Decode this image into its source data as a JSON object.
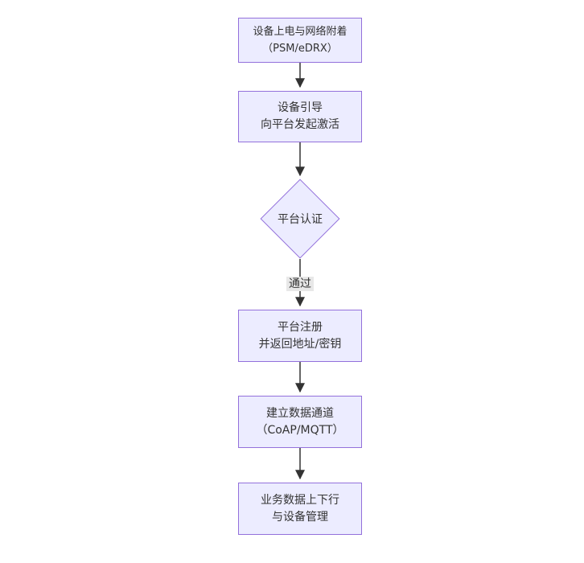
{
  "diagram": {
    "title": "",
    "type": "flowchart-vertical",
    "nodes": [
      {
        "id": "power-attach",
        "shape": "rect",
        "line1": "设备上电与网络附着",
        "line2": "（PSM/eDRX）"
      },
      {
        "id": "bootstrap",
        "shape": "rect",
        "line1": "设备引导",
        "line2": "向平台发起激活"
      },
      {
        "id": "auth-decision",
        "shape": "diamond",
        "line1": "平台认证",
        "line2": ""
      },
      {
        "id": "register",
        "shape": "rect",
        "line1": "平台注册",
        "line2": "并返回地址/密钥"
      },
      {
        "id": "data-channel",
        "shape": "rect",
        "line1": "建立数据通道",
        "line2": "（CoAP/MQTT）"
      },
      {
        "id": "business-data",
        "shape": "rect",
        "line1": "业务数据上下行",
        "line2": "与设备管理"
      }
    ],
    "edges": [
      {
        "from": "power-attach",
        "to": "bootstrap",
        "label": ""
      },
      {
        "from": "bootstrap",
        "to": "auth-decision",
        "label": ""
      },
      {
        "from": "auth-decision",
        "to": "register",
        "label": "通过"
      },
      {
        "from": "register",
        "to": "data-channel",
        "label": ""
      },
      {
        "from": "data-channel",
        "to": "business-data",
        "label": ""
      }
    ],
    "edge_labels": [
      {
        "text": "通过"
      }
    ],
    "colors": {
      "node_fill": "#ECECFF",
      "node_border": "#9370DB",
      "node_text": "#333333",
      "edge_stroke": "#333333",
      "edge_label_bg": "#e8e8e8",
      "background": "#ffffff"
    }
  }
}
